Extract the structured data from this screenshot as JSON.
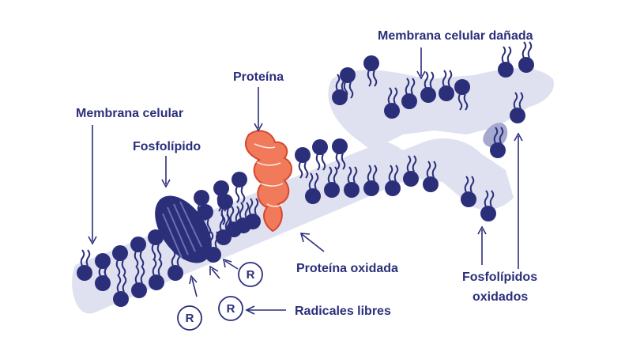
{
  "labels": {
    "membrana_celular": "Membrana celular",
    "fosfolipido": "Fosfolípido",
    "proteina": "Proteína",
    "membrana_danada": "Membrana celular dañada",
    "proteina_oxidada": "Proteína oxidada",
    "radicales_libres": "Radicales libres",
    "fosfolipidos_oxidados_1": "Fosfolípidos",
    "fosfolipidos_oxidados_2": "oxidados"
  },
  "radical_symbol": "R",
  "colors": {
    "navy": "#2b2f7a",
    "membrane_band": "#dfe1f0",
    "protein": "#f07a5a",
    "protein_dark": "#d4472f",
    "oxidized_shape": "#a6a9cf"
  }
}
